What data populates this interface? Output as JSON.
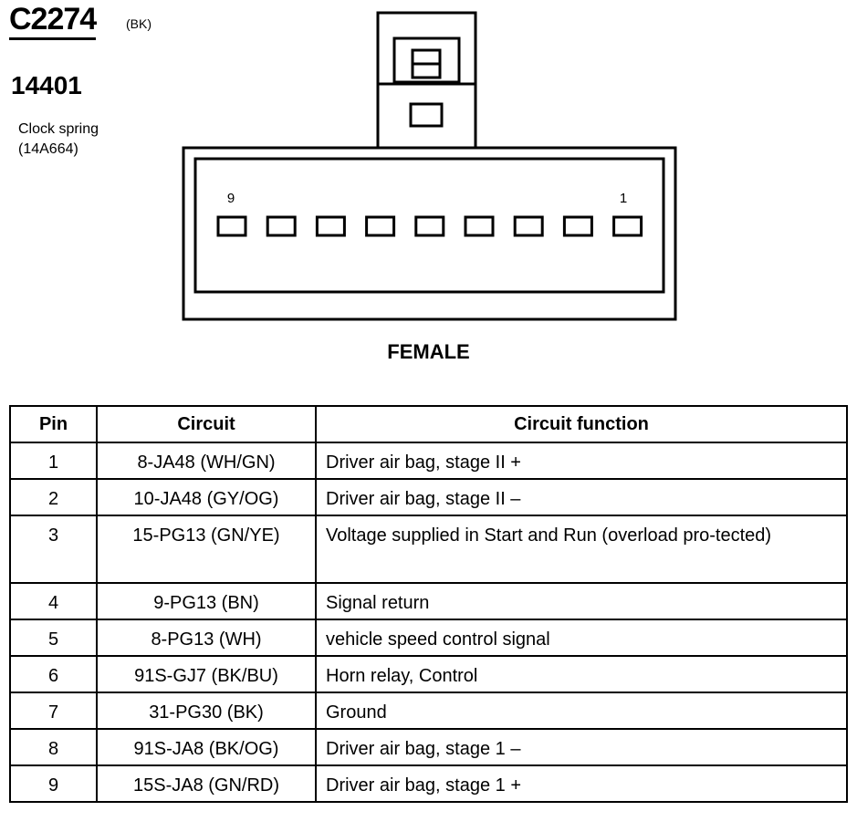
{
  "connector": {
    "id": "C2274",
    "color_code": "(BK)",
    "part_number": "14401",
    "component_name": "Clock spring",
    "component_part": "(14A664)",
    "view": "FEMALE",
    "pin_labels": {
      "left": "9",
      "right": "1"
    },
    "pin_count": 9
  },
  "table": {
    "headers": {
      "pin": "Pin",
      "circuit": "Circuit",
      "function": "Circuit function"
    },
    "rows": [
      {
        "pin": "1",
        "circuit": "8-JA48 (WH/GN)",
        "function": "Driver air bag, stage II +"
      },
      {
        "pin": "2",
        "circuit": "10-JA48 (GY/OG)",
        "function": "Driver air bag, stage II –"
      },
      {
        "pin": "3",
        "circuit": "15-PG13 (GN/YE)",
        "function": "Voltage supplied in Start and Run (overload pro-tected)"
      },
      {
        "pin": "4",
        "circuit": "9-PG13 (BN)",
        "function": "Signal return"
      },
      {
        "pin": "5",
        "circuit": "8-PG13 (WH)",
        "function": "vehicle speed control signal"
      },
      {
        "pin": "6",
        "circuit": "91S-GJ7 (BK/BU)",
        "function": "Horn relay, Control"
      },
      {
        "pin": "7",
        "circuit": "31-PG30 (BK)",
        "function": "Ground"
      },
      {
        "pin": "8",
        "circuit": "91S-JA8 (BK/OG)",
        "function": "Driver air bag, stage 1 –"
      },
      {
        "pin": "9",
        "circuit": "15S-JA8 (GN/RD)",
        "function": "Driver air bag, stage 1 +"
      }
    ]
  }
}
